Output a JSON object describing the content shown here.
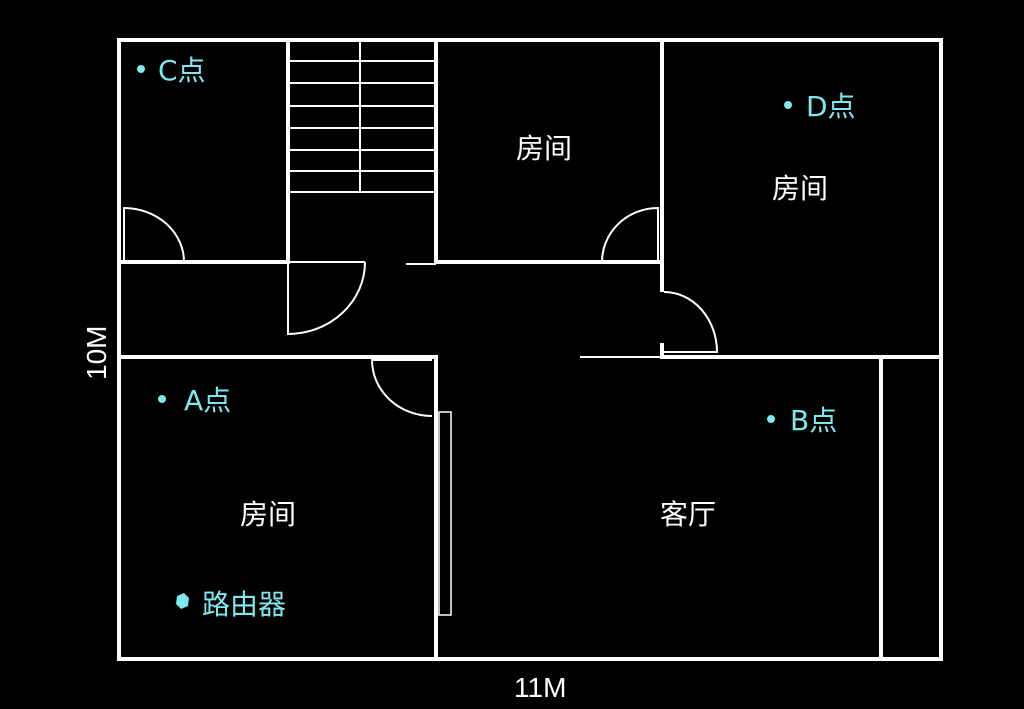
{
  "colors": {
    "background": "#000000",
    "wall": "#ffffff",
    "marker": "#7fe8ec"
  },
  "dimensions": {
    "width_label": "11M",
    "height_label": "10M"
  },
  "rooms": {
    "top_middle": "房间",
    "top_right": "房间",
    "bottom_left": "房间",
    "living_room": "客厅"
  },
  "points": {
    "c": "C点",
    "d": "D点",
    "a": "A点",
    "b": "B点",
    "router": "路由器"
  },
  "icons": {
    "point_marker": "dot-icon",
    "router_marker": "hexagon-icon"
  }
}
